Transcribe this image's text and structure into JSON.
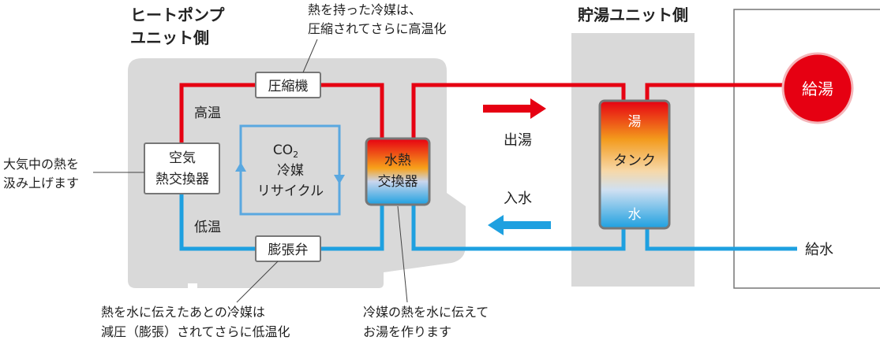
{
  "labels": {
    "heatpump_unit_line1": "ヒートポンプ",
    "heatpump_unit_line2": "ユニット側",
    "tank_unit": "貯湯ユニット側",
    "compressor_note_line1": "熱を持った冷媒は、",
    "compressor_note_line2": "圧縮されてさらに高温化",
    "compressor": "圧縮機",
    "high_temp": "高温",
    "low_temp": "低温",
    "air_hx_line1": "空気",
    "air_hx_line2": "熱交換器",
    "co2": "CO",
    "co2_sub": "2",
    "refrigerant": "冷媒",
    "recycle": "リサイクル",
    "water_hx_line1": "水熱",
    "water_hx_line2": "交換器",
    "expansion_valve": "膨張弁",
    "air_note_line1": "大気中の熱を",
    "air_note_line2": "汲み上げます",
    "hot_out": "出湯",
    "water_in": "入水",
    "tank_top": "湯",
    "tank": "タンク",
    "tank_bottom": "水",
    "hot_supply": "給湯",
    "water_supply": "給水",
    "valve_note_line1": "熱を水に伝えたあとの冷媒は",
    "valve_note_line2": "減圧（膨張）されてさらに低温化",
    "hx_note_line1": "冷媒の熱を水に伝えて",
    "hx_note_line2": "お湯を作ります"
  },
  "colors": {
    "hot": "#e60012",
    "cold": "#1ea0e0",
    "loop": "#5aa8e0",
    "unit_bg": "#d9d9d9",
    "arrow_cold": "#1ea0e0"
  }
}
